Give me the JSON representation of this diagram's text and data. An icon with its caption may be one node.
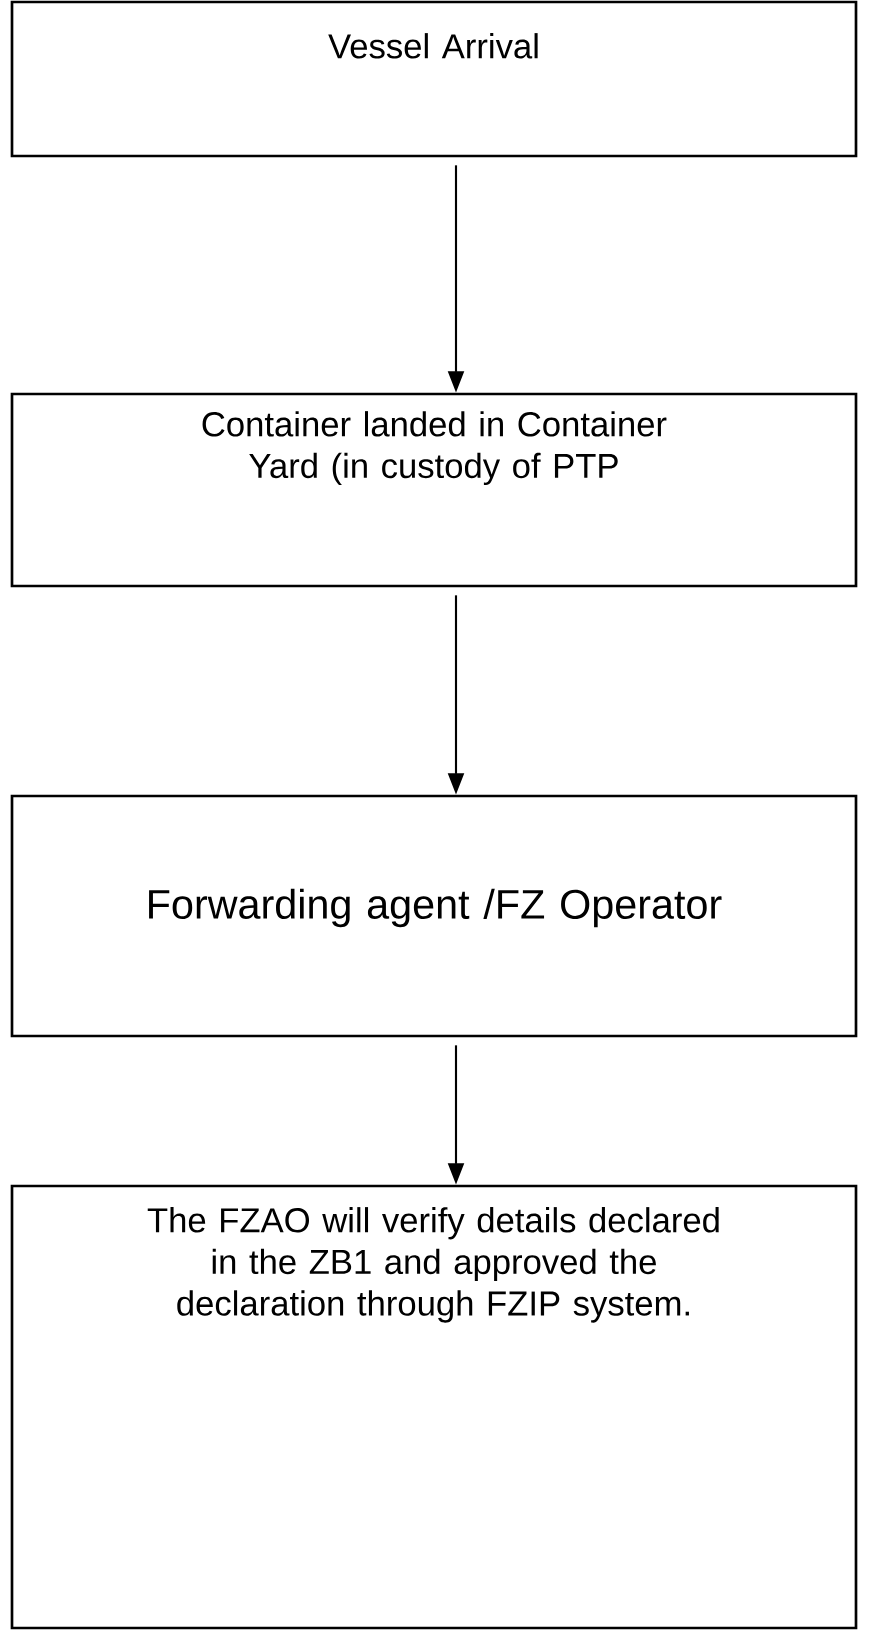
{
  "diagram": {
    "nodes": [
      {
        "text": [
          "Vessel Arrival"
        ]
      },
      {
        "text": [
          "Container landed in Container Yard (in custody of PTP"
        ]
      },
      {
        "text": [
          "Forwarding agent /FZ Operator"
        ]
      },
      {
        "text": [
          "The FZAO will verify details declared in the ZB1 and approved the declaration through FZIP system."
        ]
      }
    ],
    "edges": [
      {
        "from": 0,
        "to": 1,
        "arrow": "to"
      },
      {
        "from": 1,
        "to": 2,
        "arrow": "to"
      },
      {
        "from": 2,
        "to": 3,
        "arrow": "to"
      }
    ]
  }
}
